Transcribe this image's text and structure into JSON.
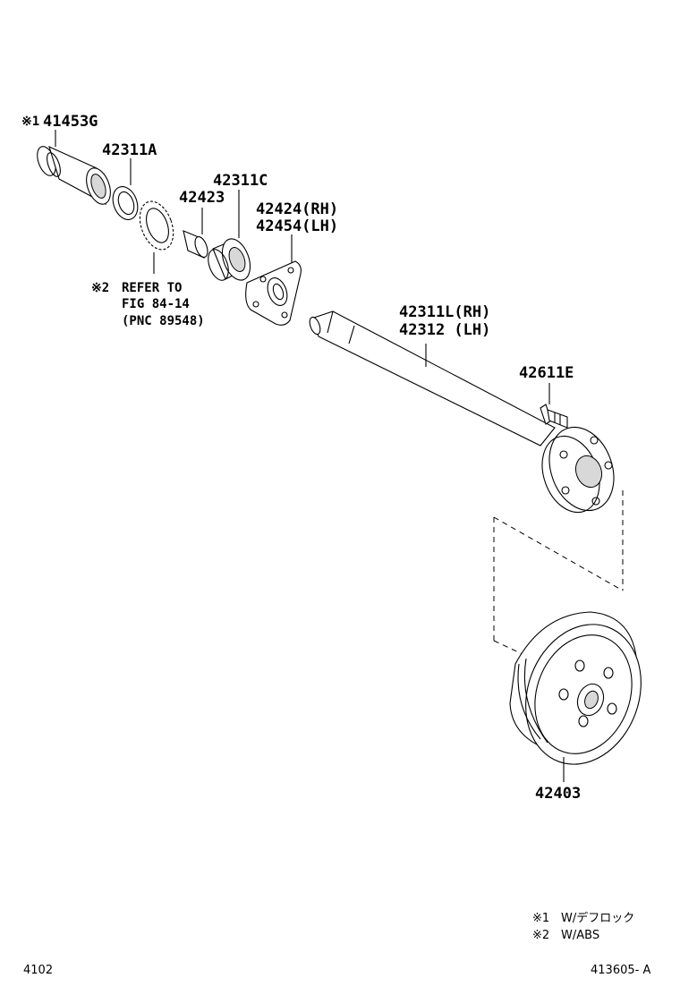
{
  "parts": {
    "p41453g": {
      "mark": "※1",
      "number": "41453G"
    },
    "p42311a": "42311A",
    "p42311c": "42311C",
    "p42423": "42423",
    "p42424": "42424(RH)",
    "p42454": "42454(LH)",
    "p42311l": "42311L(RH)",
    "p42312": "42312 (LH)",
    "p42611e": "42611E",
    "p42403": "42403"
  },
  "refer_note": {
    "mark": "※2",
    "line1": "REFER TO",
    "line2": "FIG 84-14",
    "line3": "(PNC 89548)"
  },
  "legend": [
    {
      "mark": "※1",
      "text": "W/デフロック"
    },
    {
      "mark": "※2",
      "text": "W/ABS"
    }
  ],
  "footer": {
    "left_code": "4102",
    "right_code": "413605- A"
  }
}
